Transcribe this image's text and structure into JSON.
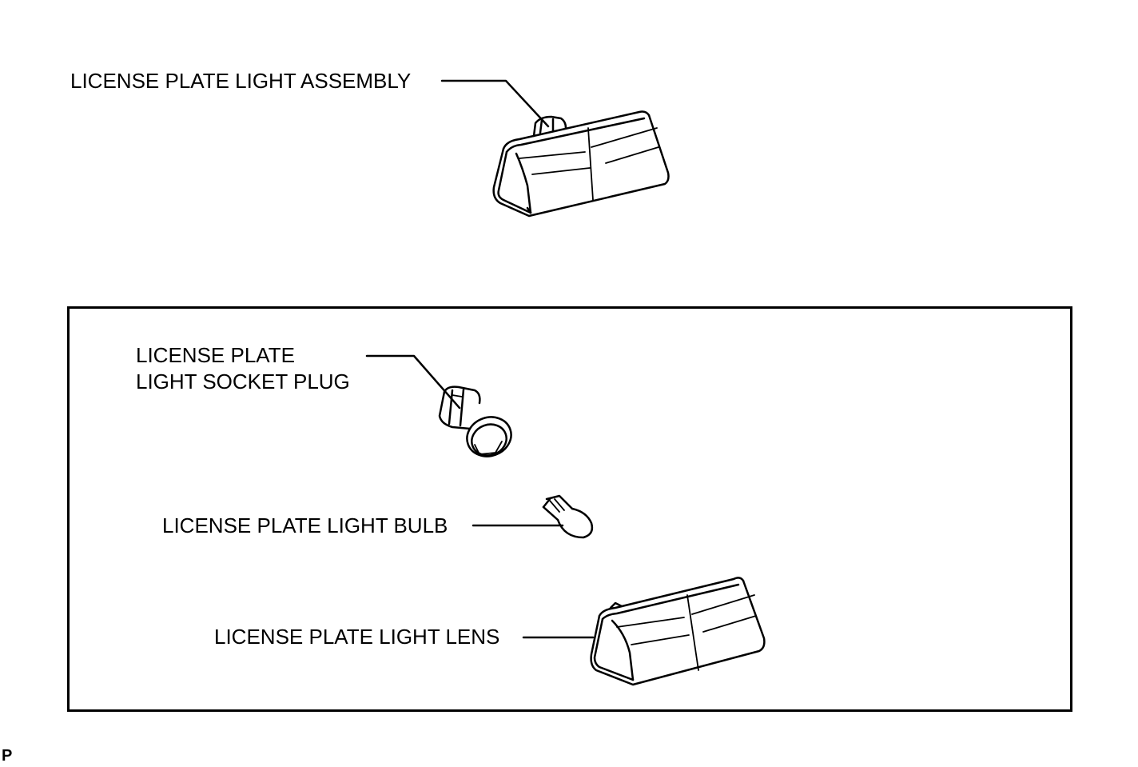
{
  "diagram": {
    "labels": {
      "assembly": "LICENSE PLATE LIGHT ASSEMBLY",
      "socket_plug_line1": "LICENSE PLATE",
      "socket_plug_line2": "LIGHT SOCKET PLUG",
      "bulb": "LICENSE PLATE LIGHT BULB",
      "lens": "LICENSE PLATE LIGHT LENS"
    },
    "corner_mark": "P",
    "colors": {
      "ink": "#000000",
      "background": "#ffffff"
    }
  }
}
